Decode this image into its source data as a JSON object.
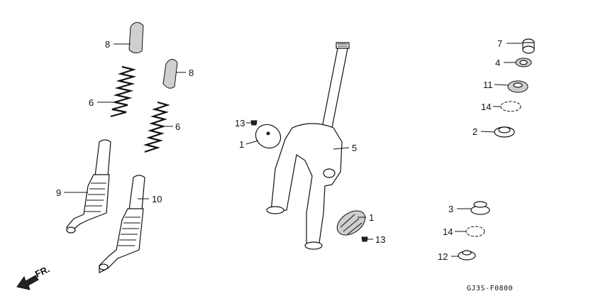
{
  "diagram": {
    "callouts": [
      {
        "id": "c8a",
        "text": "8"
      },
      {
        "id": "c8b",
        "text": "8"
      },
      {
        "id": "c6a",
        "text": "6"
      },
      {
        "id": "c6b",
        "text": "6"
      },
      {
        "id": "c9",
        "text": "9"
      },
      {
        "id": "c10",
        "text": "10"
      },
      {
        "id": "c13a",
        "text": "13"
      },
      {
        "id": "c1a",
        "text": "1"
      },
      {
        "id": "c5",
        "text": "5"
      },
      {
        "id": "c1b",
        "text": "1"
      },
      {
        "id": "c13b",
        "text": "13"
      },
      {
        "id": "c7",
        "text": "7"
      },
      {
        "id": "c4",
        "text": "4"
      },
      {
        "id": "c11",
        "text": "11"
      },
      {
        "id": "c14a",
        "text": "14"
      },
      {
        "id": "c2",
        "text": "2"
      },
      {
        "id": "c3",
        "text": "3"
      },
      {
        "id": "c14b",
        "text": "14"
      },
      {
        "id": "c12",
        "text": "12"
      }
    ],
    "front_marker": "FR.",
    "drawing_code": "GJ3S-F0800"
  }
}
